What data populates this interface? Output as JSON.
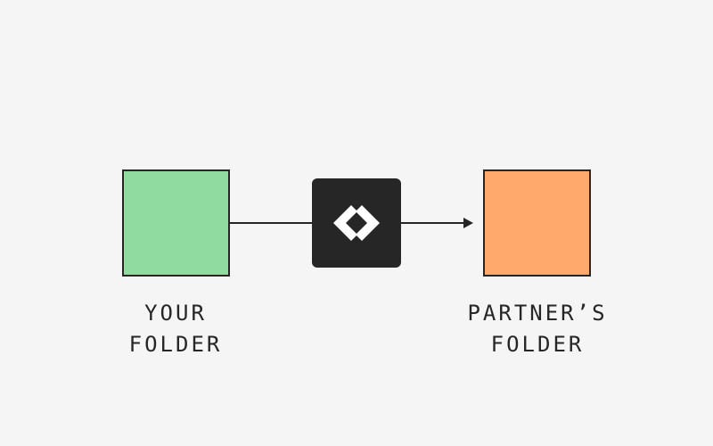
{
  "diagram": {
    "type": "flow",
    "source": {
      "label_line1": "YOUR",
      "label_line2": "FOLDER",
      "color": "#90dca0"
    },
    "sync_node": {
      "icon": "diamond-brackets-icon",
      "background": "#262626",
      "icon_color": "#ffffff"
    },
    "destination": {
      "label_line1": "PARTNER’S",
      "label_line2": "FOLDER",
      "color": "#ffa96d"
    },
    "edges": [
      {
        "from": "source",
        "to": "sync_node",
        "arrow": false
      },
      {
        "from": "sync_node",
        "to": "destination",
        "arrow": true
      }
    ]
  }
}
